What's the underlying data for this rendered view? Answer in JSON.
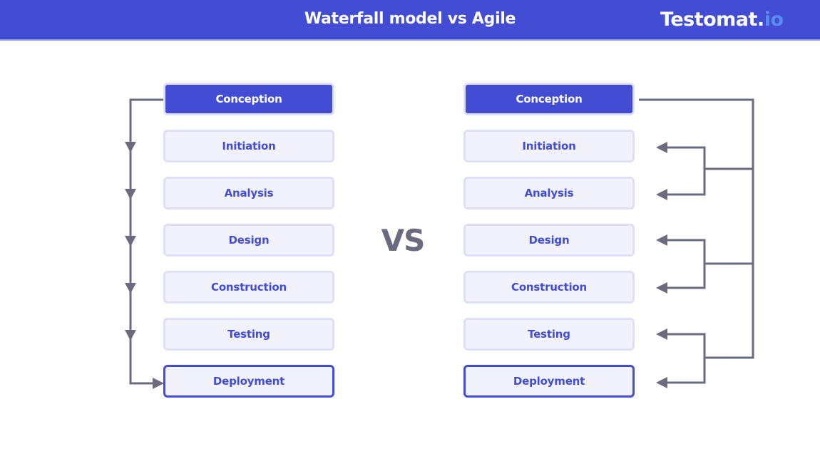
{
  "header": {
    "title": "Waterfall model vs Agile",
    "logo_main": "Testomat.",
    "logo_accent": "io"
  },
  "colors": {
    "brand": "#434dd4",
    "box_fill": "#f2f2fd",
    "box_border": "#dfe0f7",
    "connector": "#6b6b80",
    "logo_accent": "#5a8cf2"
  },
  "separator": "VS",
  "waterfall": {
    "stages": [
      "Conception",
      "Initiation",
      "Analysis",
      "Design",
      "Construction",
      "Testing",
      "Deployment"
    ]
  },
  "agile": {
    "stages": [
      "Conception",
      "Initiation",
      "Analysis",
      "Design",
      "Construction",
      "Testing",
      "Deployment"
    ]
  }
}
